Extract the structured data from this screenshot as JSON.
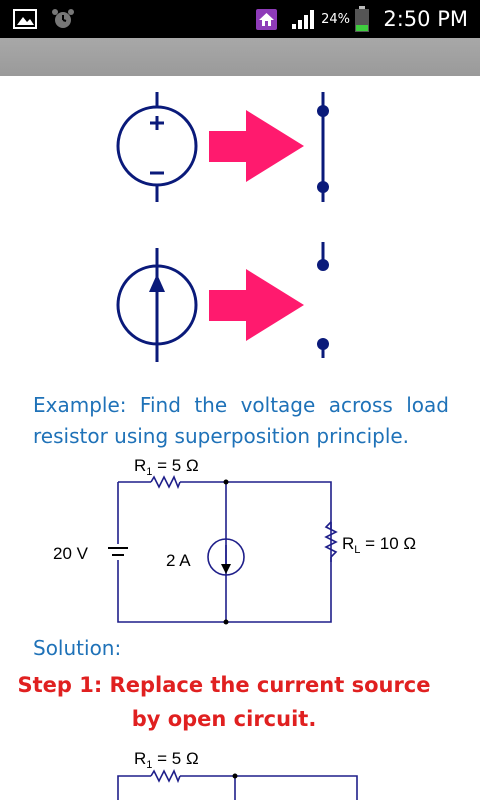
{
  "status_bar": {
    "icons": [
      "gallery-icon",
      "alarm-icon",
      "home-app-icon",
      "signal-icon",
      "battery-icon"
    ],
    "battery_percent": "24%",
    "time": "2:50 PM"
  },
  "colors": {
    "symbol_blue": "#0a1a7a",
    "arrow_pink": "#ff1a6e",
    "text_blue": "#1f72b8",
    "step_red": "#e02020",
    "battery_green": "#3fce3f"
  },
  "example": {
    "text": "Example: Find the voltage across load resistor using superposition principle."
  },
  "circuit1": {
    "r1_label": "R",
    "r1_sub": "1",
    "r1_value": " = 5 Ω",
    "source_voltage": "20 V",
    "current_source": "2 A",
    "rl_label": "R",
    "rl_sub": "L",
    "rl_value": " = 10 Ω"
  },
  "solution": {
    "label": "Solution:",
    "step1": "Step 1: Replace the current source by open circuit."
  },
  "circuit2": {
    "r1_label": "R",
    "r1_sub": "1",
    "r1_value": " = 5 Ω"
  }
}
